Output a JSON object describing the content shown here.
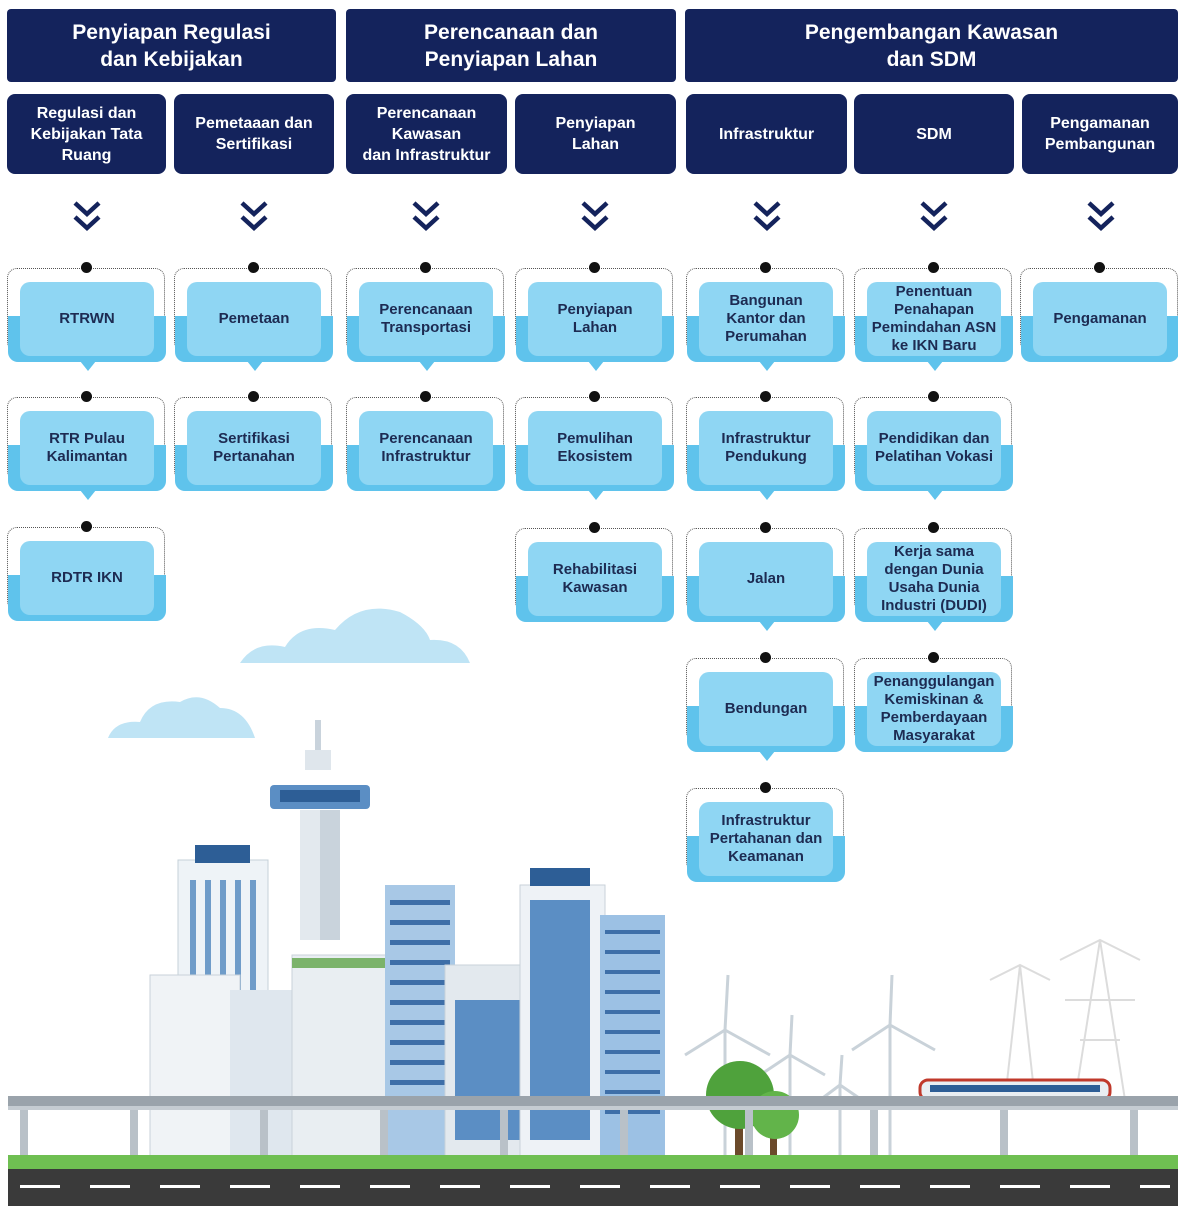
{
  "headers": [
    {
      "id": "regulasi",
      "label": "Penyiapan Regulasi\ndan Kebijakan"
    },
    {
      "id": "perencanaan",
      "label": "Perencanaan dan\nPenyiapan Lahan"
    },
    {
      "id": "pengembangan",
      "label": "Pengembangan Kawasan\ndan SDM"
    }
  ],
  "columns": [
    {
      "label": "Regulasi dan\nKebijakan Tata\nRuang",
      "items": [
        "RTRWN",
        "RTR Pulau\nKalimantan",
        "RDTR IKN"
      ]
    },
    {
      "label": "Pemetaaan dan\nSertifikasi",
      "items": [
        "Pemetaan",
        "Sertifikasi\nPertanahan"
      ]
    },
    {
      "label": "Perencanaan\nKawasan\ndan Infrastruktur",
      "items": [
        "Perencanaan\nTransportasi",
        "Perencanaan\nInfrastruktur"
      ]
    },
    {
      "label": "Penyiapan\nLahan",
      "items": [
        "Penyiapan\nLahan",
        "Pemulihan\nEkosistem",
        "Rehabilitasi\nKawasan"
      ]
    },
    {
      "label": "Infrastruktur",
      "items": [
        "Bangunan\nKantor dan\nPerumahan",
        "Infrastruktur\nPendukung",
        "Jalan",
        "Bendungan",
        "Infrastruktur\nPertahanan dan\nKeamanan"
      ]
    },
    {
      "label": "SDM",
      "items": [
        "Penentuan\nPenahapan\nPemindahan ASN\nke IKN Baru",
        "Pendidikan dan\nPelatihan Vokasi",
        "Kerja sama\ndengan Dunia\nUsaha Dunia\nIndustri (DUDI)",
        "Penanggulangan\nKemiskinan &\nPemberdayaan\nMasyarakat"
      ]
    },
    {
      "label": "Pengamanan\nPembangunan",
      "items": [
        "Pengamanan"
      ]
    }
  ],
  "colors": {
    "navy": "#14235c",
    "card": "#8fd6f3",
    "band": "#5fc3ec",
    "card_text": "#1d2b52"
  }
}
